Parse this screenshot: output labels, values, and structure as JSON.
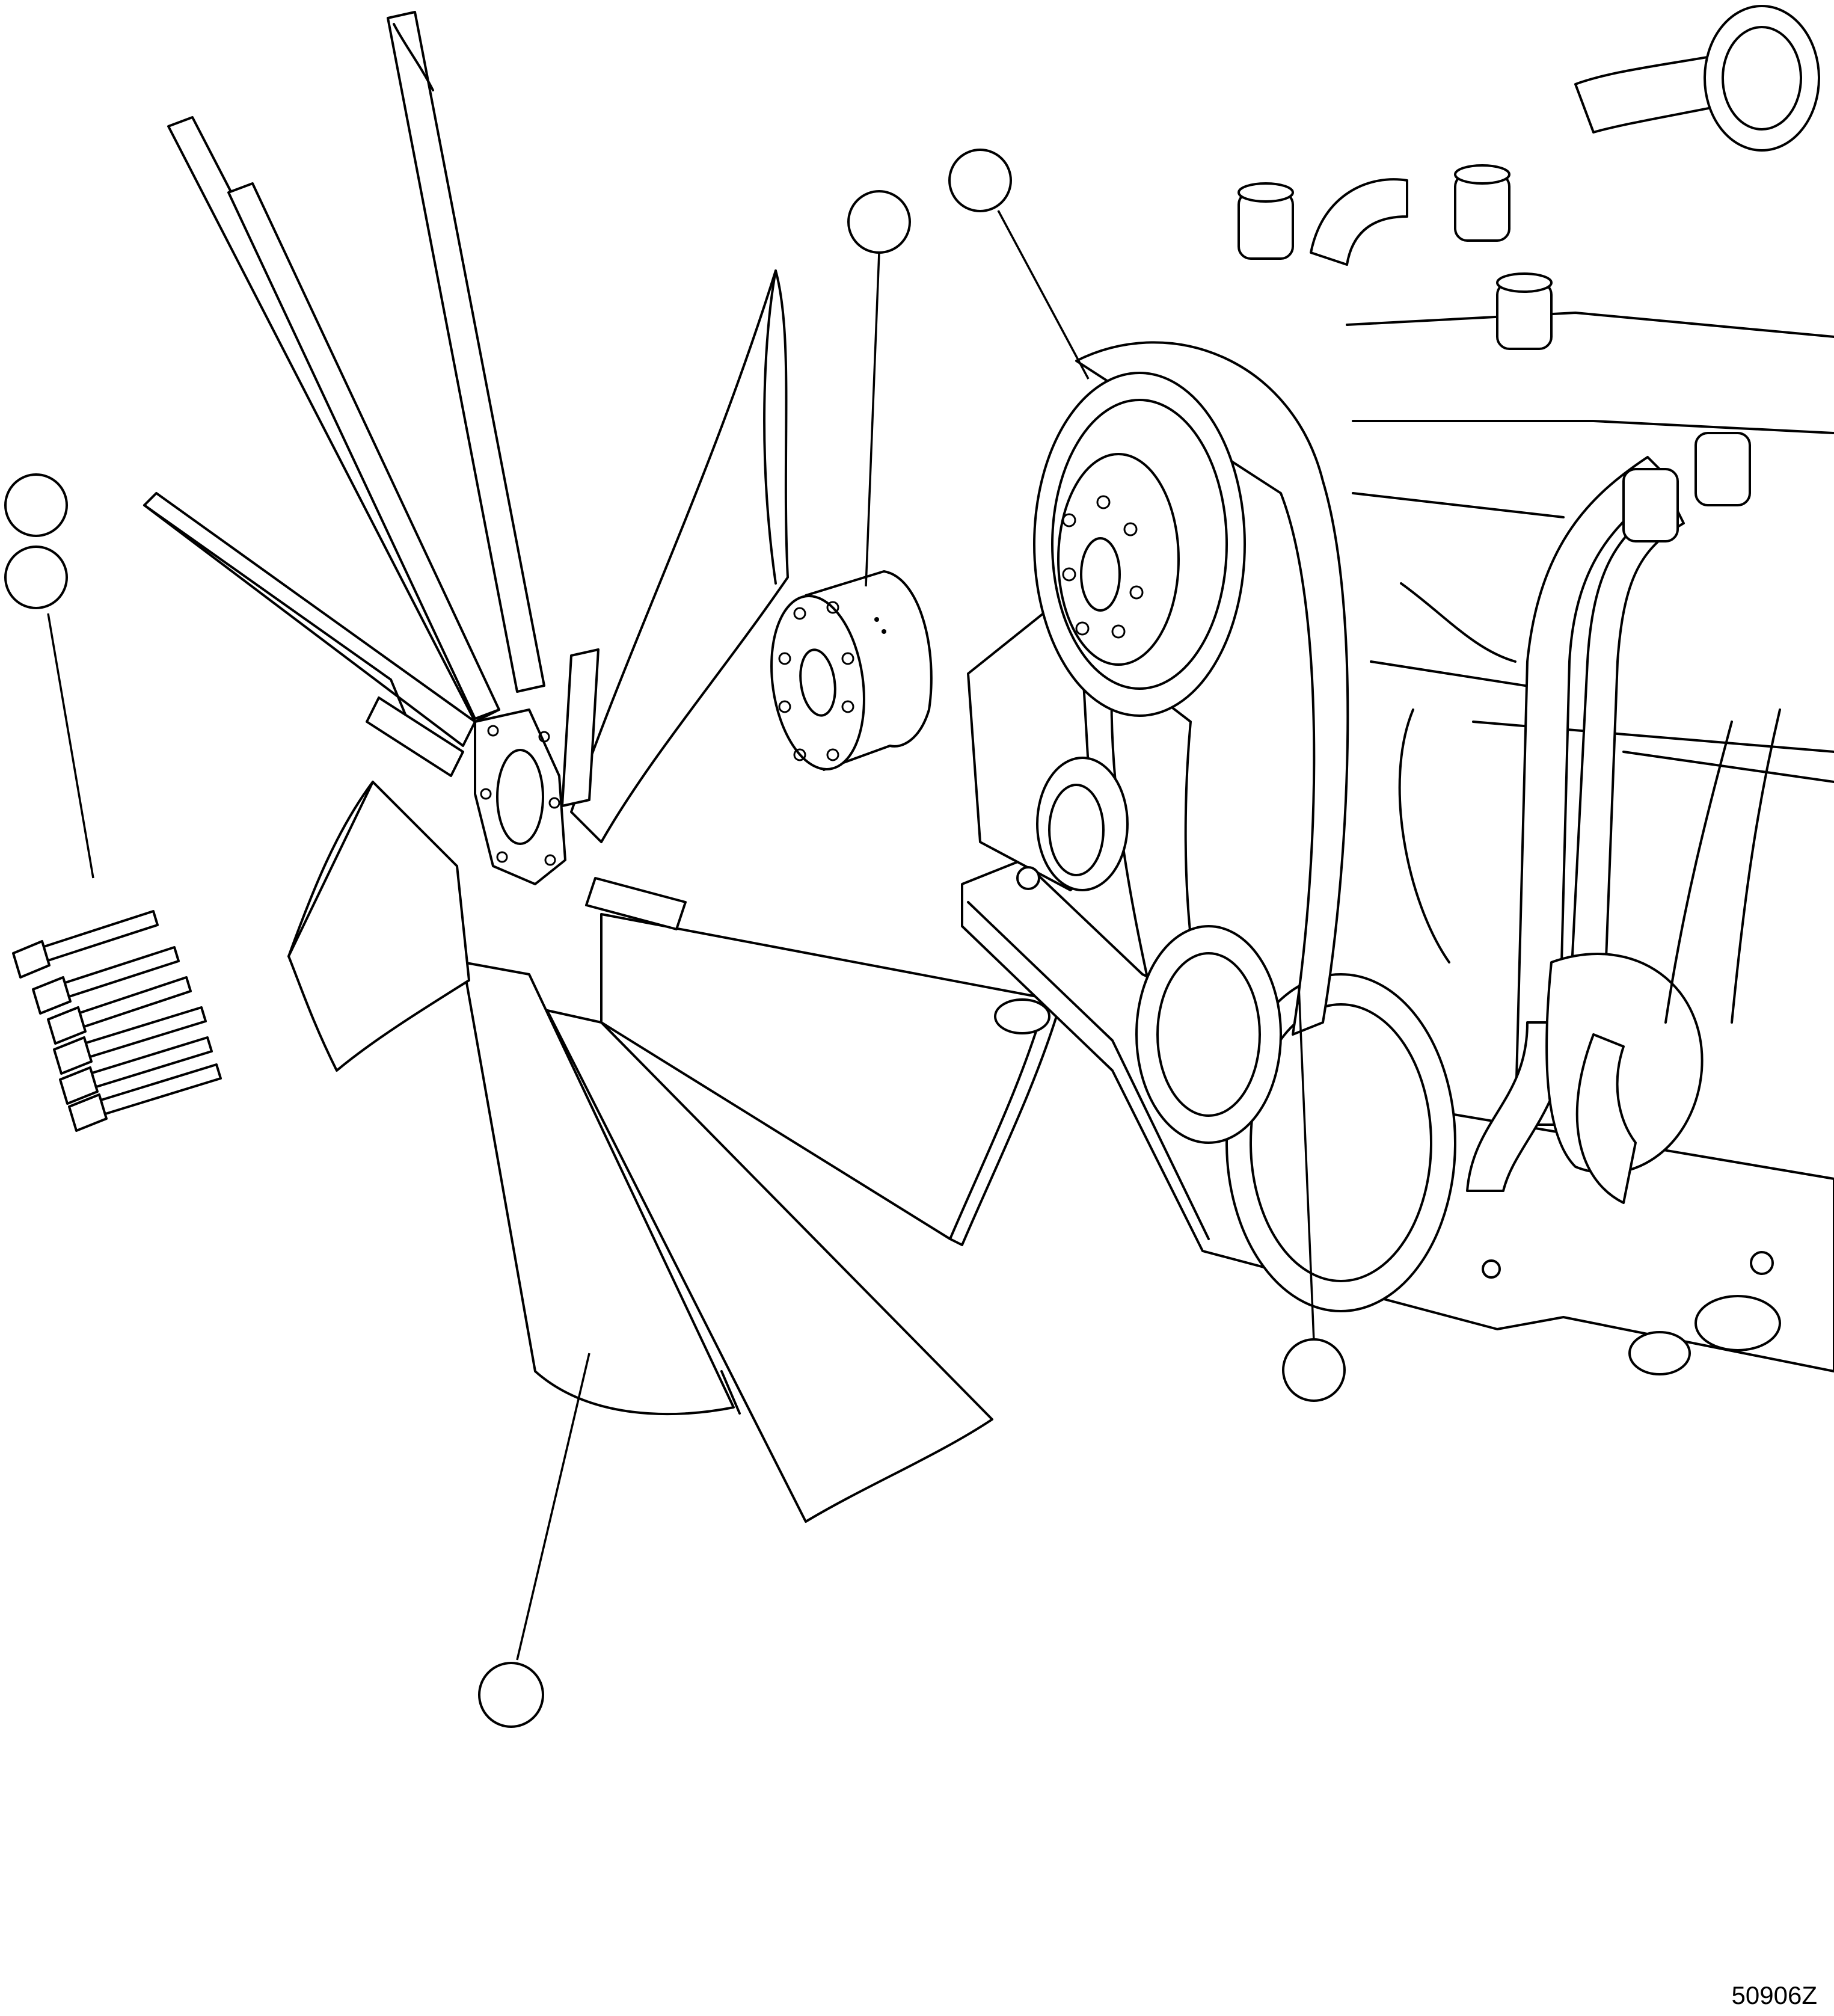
{
  "figure": {
    "reference_number": "50906Z"
  },
  "components": [
    {
      "id": "fan-blade-assembly",
      "icon": "fan-icon"
    },
    {
      "id": "fan-spacer",
      "icon": "spacer-icon"
    },
    {
      "id": "mounting-bolts",
      "icon": "bolt-icon"
    },
    {
      "id": "engine-pulley",
      "icon": "pulley-icon"
    },
    {
      "id": "drive-belt",
      "icon": "belt-icon"
    }
  ],
  "callouts": [
    {
      "target": "fan-blade-assembly",
      "label": ""
    },
    {
      "target": "fan-spacer",
      "label": ""
    },
    {
      "target": "engine-pulley",
      "label": ""
    },
    {
      "target": "mounting-bolts-upper",
      "label": ""
    },
    {
      "target": "mounting-bolts-lower",
      "label": ""
    },
    {
      "target": "drive-belt",
      "label": ""
    }
  ]
}
